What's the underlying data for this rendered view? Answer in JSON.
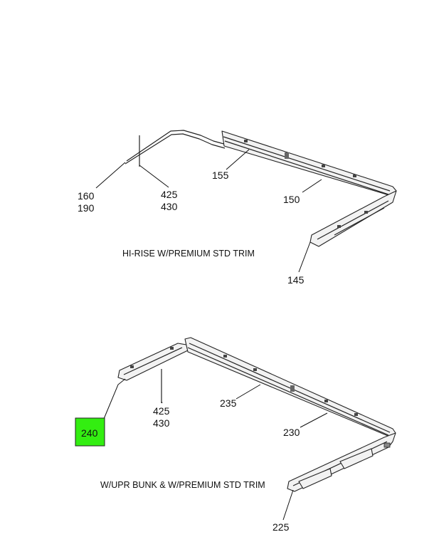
{
  "top_assembly": {
    "caption": "HI-RISE W/PREMIUM STD TRIM",
    "callouts": {
      "c160": "160",
      "c190": "190",
      "c425": "425",
      "c430": "430",
      "c155": "155",
      "c150": "150",
      "c145": "145"
    }
  },
  "bottom_assembly": {
    "caption": "W/UPR BUNK & W/PREMIUM STD TRIM",
    "callouts": {
      "c240": "240",
      "c425": "425",
      "c430": "430",
      "c235": "235",
      "c230": "230",
      "c225": "225"
    },
    "highlight_color": "#33ee11"
  }
}
